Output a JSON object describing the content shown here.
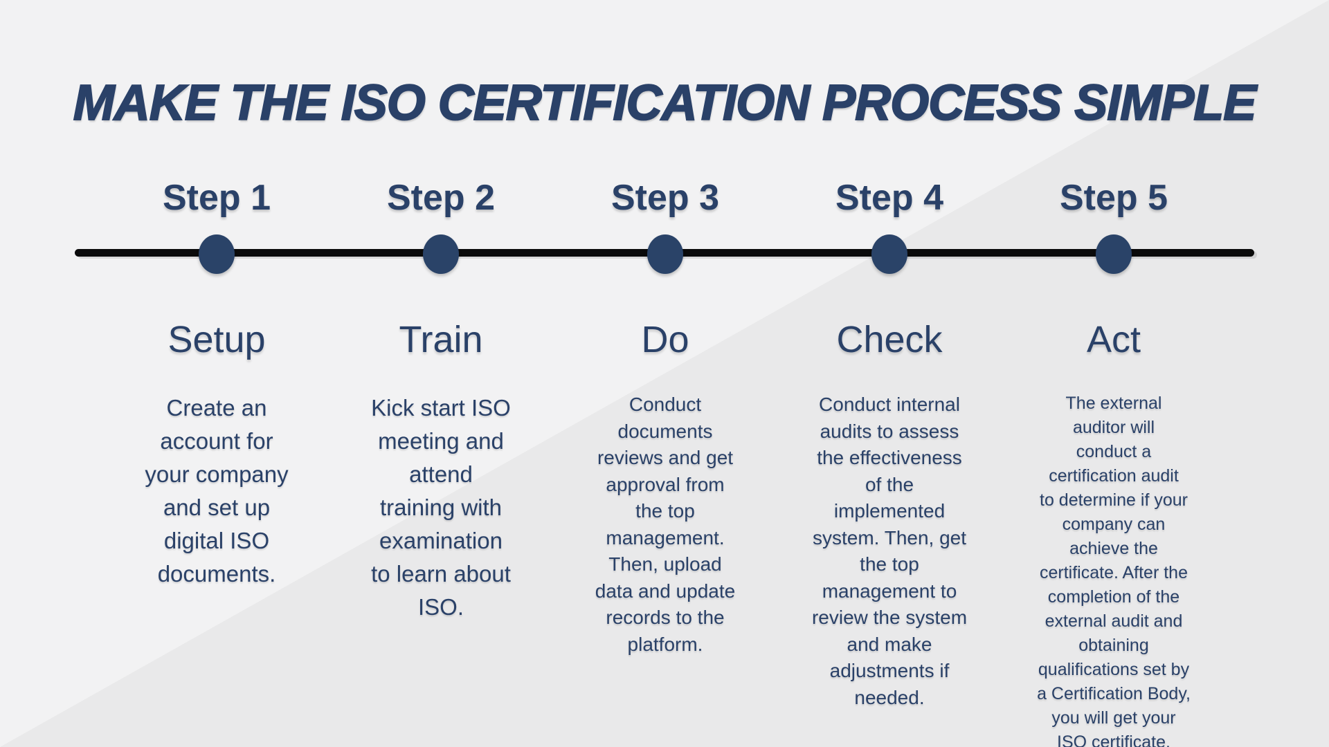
{
  "title": "MAKE THE ISO CERTIFICATION PROCESS SIMPLE",
  "colors": {
    "navy_text": "#2a4168",
    "marker_dot": "#2a4368",
    "timeline_line": "#0b0b0b",
    "background_light": "#f2f2f3",
    "background_dark": "#e9e9ea"
  },
  "timeline": {
    "marker_count": 5
  },
  "steps": [
    {
      "step_label": "Step 1",
      "phase": "Setup",
      "description": "Create an\naccount for\nyour company\nand set up\ndigital ISO\ndocuments."
    },
    {
      "step_label": "Step 2",
      "phase": "Train",
      "description": "Kick start ISO\nmeeting and\nattend\ntraining with\nexamination\nto learn about\nISO."
    },
    {
      "step_label": "Step 3",
      "phase": "Do",
      "description": "Conduct\ndocuments\nreviews and get\napproval from\nthe top\nmanagement.\nThen, upload\ndata and update\nrecords to the\nplatform."
    },
    {
      "step_label": "Step 4",
      "phase": "Check",
      "description": "Conduct internal\naudits to assess\nthe effectiveness\nof the\nimplemented\nsystem. Then, get\nthe top\nmanagement to\nreview the system\nand make\nadjustments if\nneeded."
    },
    {
      "step_label": "Step 5",
      "phase": "Act",
      "description": "The external\nauditor will\nconduct a\ncertification audit\nto determine if your\ncompany can\nachieve the\ncertificate. After the\ncompletion of the\nexternal audit and\nobtaining\nqualifications set by\na Certification Body,\nyou will get your\nISO certificate."
    }
  ]
}
